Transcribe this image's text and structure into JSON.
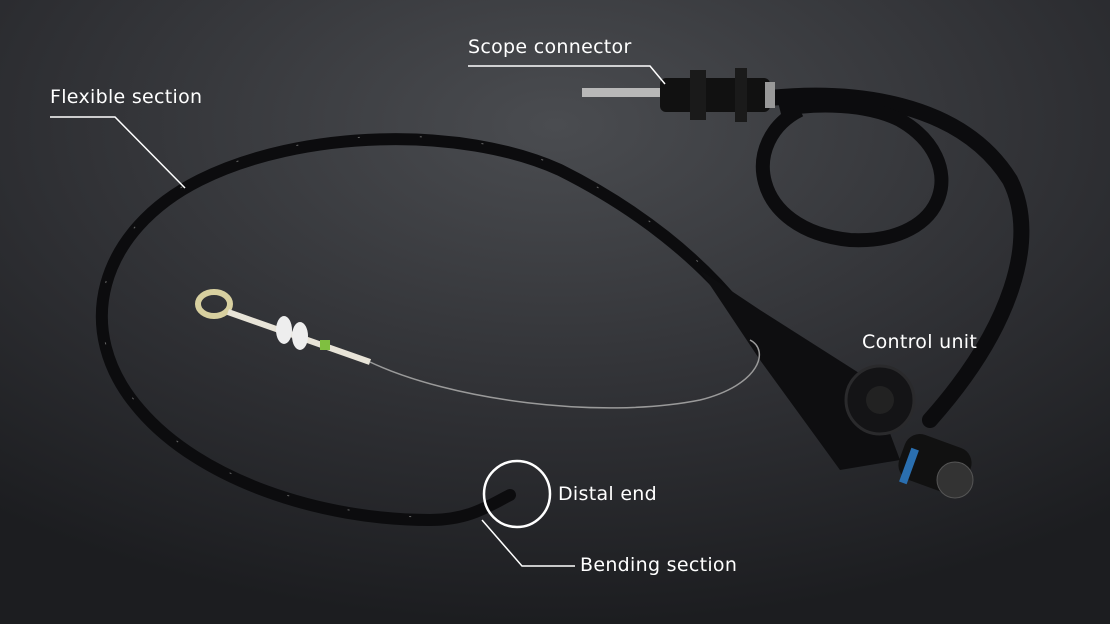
{
  "labels": {
    "scope_connector": "Scope connector",
    "flexible_section": "Flexible section",
    "control_unit": "Control unit",
    "distal_end": "Distal end",
    "bending_section": "Bending section"
  },
  "colors": {
    "background": "#2a2b2e",
    "tube": "#0c0c0e",
    "label": "#ffffff"
  }
}
